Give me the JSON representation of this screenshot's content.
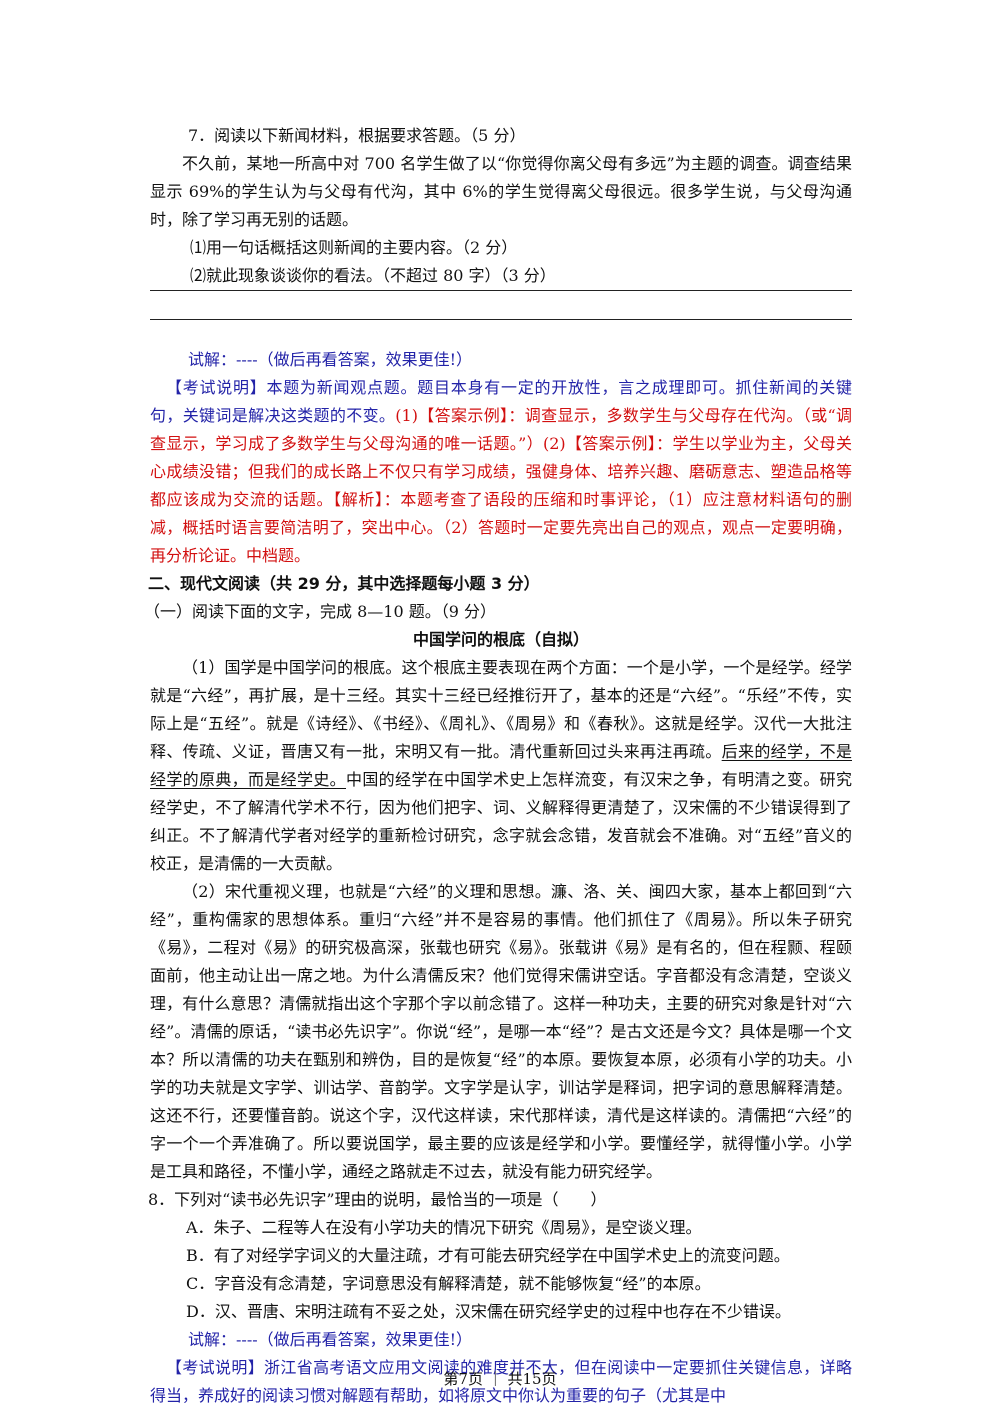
{
  "q7": {
    "title": "7．阅读以下新闻材料，根据要求答题。（5 分）",
    "material": "不久前，某地一所高中对 700 名学生做了以“你觉得你离父母有多远”为主题的调查。调查结果显示 69%的学生认为与父母有代沟，其中 6%的学生觉得离父母很远。很多学生说，与父母沟通时，除了学习再无别的话题。",
    "sub1": "⑴用一句话概括这则新闻的主要内容。（2 分）",
    "sub2": "⑵就此现象谈谈你的看法。（不超过 80 字）（3 分）",
    "hint": "试解：----（做后再看答案，效果更佳!）",
    "exp_part1": "【考试说明】本题为新闻观点题。题目本身有一定的开放性，言之成理即可。抓住新闻的关键句，关键词是解决这类题的不变。",
    "exp_part2": "(1)【答案示例】：调查显示，多数学生与父母存在代沟。（或“调查显示，学习成了多数学生与父母沟通的唯一话题。”）(2)【答案示例】：学生以学业为主，父母关心成绩没错；但我们的成长路上不仅只有学习成绩，强健身体、培养兴趣、磨砺意志、塑造品格等都应该成为交流的话题。【解析】：本题考查了语段的压缩和时事评论，（1）应注意材料语句的删减，概括时语言要简洁明了，突出中心。（2）答题时一定要先亮出自己的观点，观点一定要明确，再分析论证。中档题。"
  },
  "section2": {
    "heading": "二、现代文阅读（共 29 分，其中选择题每小题 3 分）",
    "intro": "（一）阅读下面的文字，完成 8—10 题。（9 分）",
    "article_title": "中国学问的根底（自拟）",
    "p1_a": "（1）国学是中国学问的根底。这个根底主要表现在两个方面：一个是小学，一个是经学。经学就是“六经”，再扩展，是十三经。其实十三经已经推衍开了，基本的还是“六经”。“乐经”不传，实际上是“五经”。就是《诗经》、《书经》、《周礼》、《周易》和《春秋》。这就是经学。汉代一大批注释、传疏、义证，晋唐又有一批，宋明又有一批。清代重新回过头来再注再疏。",
    "p1_underline": "后来的经学，不是经学的原典，而是经学史。",
    "p1_b": "中国的经学在中国学术史上怎样流变，有汉宋之争，有明清之变。研究经学史，不了解清代学术不行，因为他们把字、词、义解释得更清楚了，汉宋儒的不少错误得到了纠正。不了解清代学者对经学的重新检讨研究，念字就会念错，发音就会不准确。对“五经”音义的校正，是清儒的一大贡献。",
    "p2": "（2）宋代重视义理，也就是“六经”的义理和思想。濂、洛、关、闽四大家，基本上都回到“六经”，重构儒家的思想体系。重归“六经”并不是容易的事情。他们抓住了《周易》。所以朱子研究《易》，二程对《易》的研究极高深，张载也研究《易》。张载讲《易》是有名的，但在程颢、程颐面前，他主动让出一席之地。为什么清儒反宋？他们觉得宋儒讲空话。字音都没有念清楚，空谈义理，有什么意思？清儒就指出这个字那个字以前念错了。这样一种功夫，主要的研究对象是针对“六经”。清儒的原话，“读书必先识字”。你说“经”，是哪一本“经”？是古文还是今文？具体是哪一个文本？所以清儒的功夫在甄别和辨伪，目的是恢复“经”的本原。要恢复本原，必须有小学的功夫。小学的功夫就是文字学、训诂学、音韵学。文字学是认字，训诂学是释词，把字词的意思解释清楚。这还不行，还要懂音韵。说这个字，汉代这样读，宋代那样读，清代是这样读的。清儒把“六经”的字一个一个弄准确了。所以要说国学，最主要的应该是经学和小学。要懂经学，就得懂小学。小学是工具和路径，不懂小学，通经之路就走不过去，就没有能力研究经学。"
  },
  "q8": {
    "stem": "8．下列对“读书必先识字”理由的说明，最恰当的一项是（　　）",
    "options": [
      "A．朱子、二程等人在没有小学功夫的情况下研究《周易》，是空谈义理。",
      "B．有了对经学字词义的大量注疏，才有可能去研究经学在中国学术史上的流变问题。",
      "C．字音没有念清楚，字词意思没有解释清楚，就不能够恢复“经”的本原。",
      "D．汉、晋唐、宋明注疏有不妥之处，汉宋儒在研究经学史的过程中也存在不少错误。"
    ],
    "hint": "试解：----（做后再看答案，效果更佳!）",
    "exp": "【考试说明】浙江省高考语文应用文阅读的难度并不大，但在阅读中一定要抓住关键信息，详略得当，养成好的阅读习惯对解题有帮助，如将原文中你认为重要的句子（尤其是中"
  },
  "footer": "第7页 ｜ 共15页"
}
